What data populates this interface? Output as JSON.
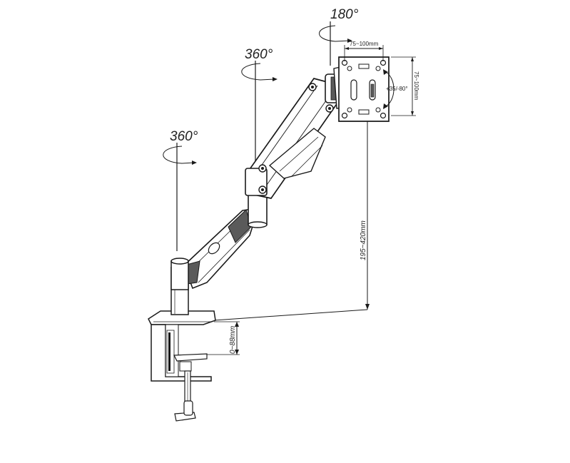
{
  "rotations": {
    "top": "180°",
    "mid": "360°",
    "low": "360°"
  },
  "dimensions": {
    "vesa_width": "75~100mm",
    "vesa_height": "75~100mm",
    "tilt": "+35/-80°",
    "height_range": "195~420mm",
    "clamp_range": "0~88mm"
  }
}
